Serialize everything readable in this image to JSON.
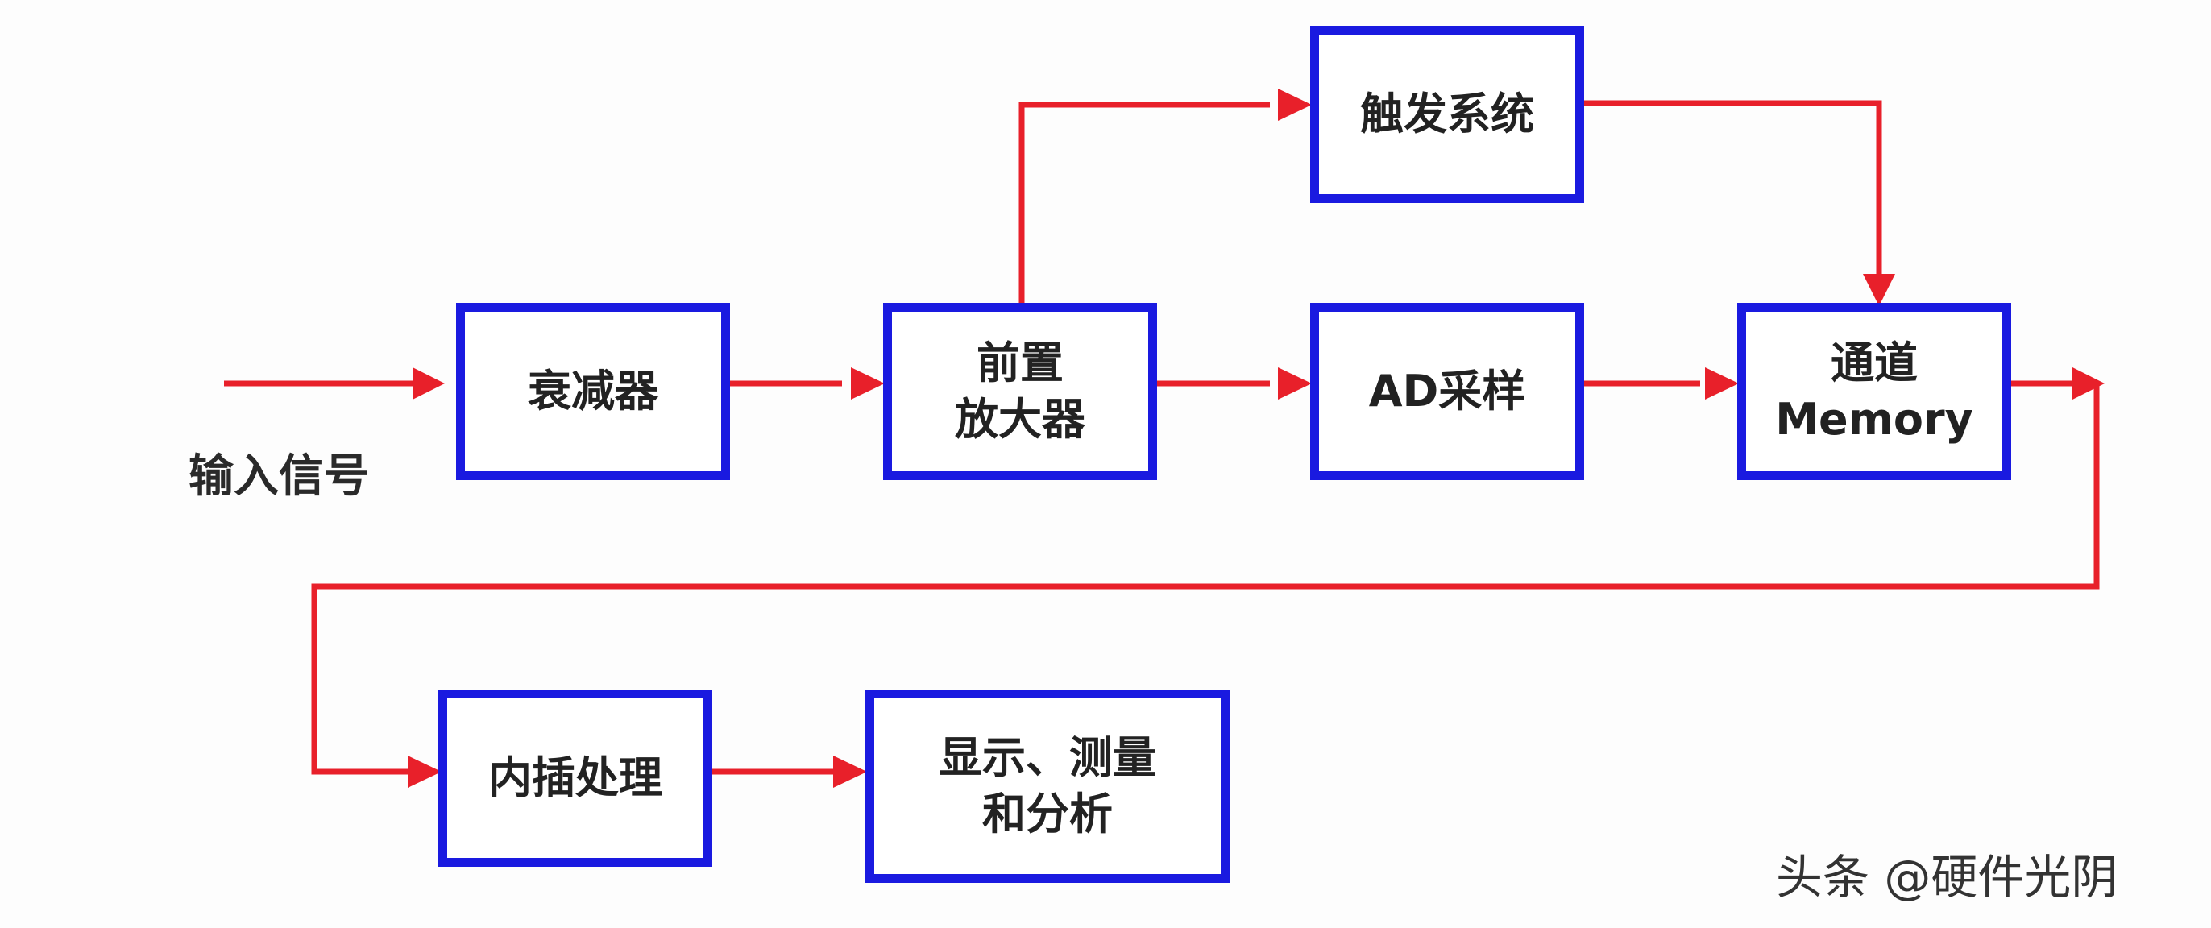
{
  "diagram": {
    "input_label": "输入信号",
    "blocks": {
      "attenuator": [
        "衰减器"
      ],
      "preamp": [
        "前置",
        "放大器"
      ],
      "trigger": [
        "触发系统"
      ],
      "adc": [
        "AD采样"
      ],
      "memory": [
        "通道",
        "Memory"
      ],
      "interp": [
        "内插处理"
      ],
      "display": [
        "显示、测量",
        "和分析"
      ]
    },
    "colors": {
      "box_border": "#1a1ae0",
      "wire": "#e8202a"
    }
  },
  "watermark": "头条 @硬件光阴"
}
